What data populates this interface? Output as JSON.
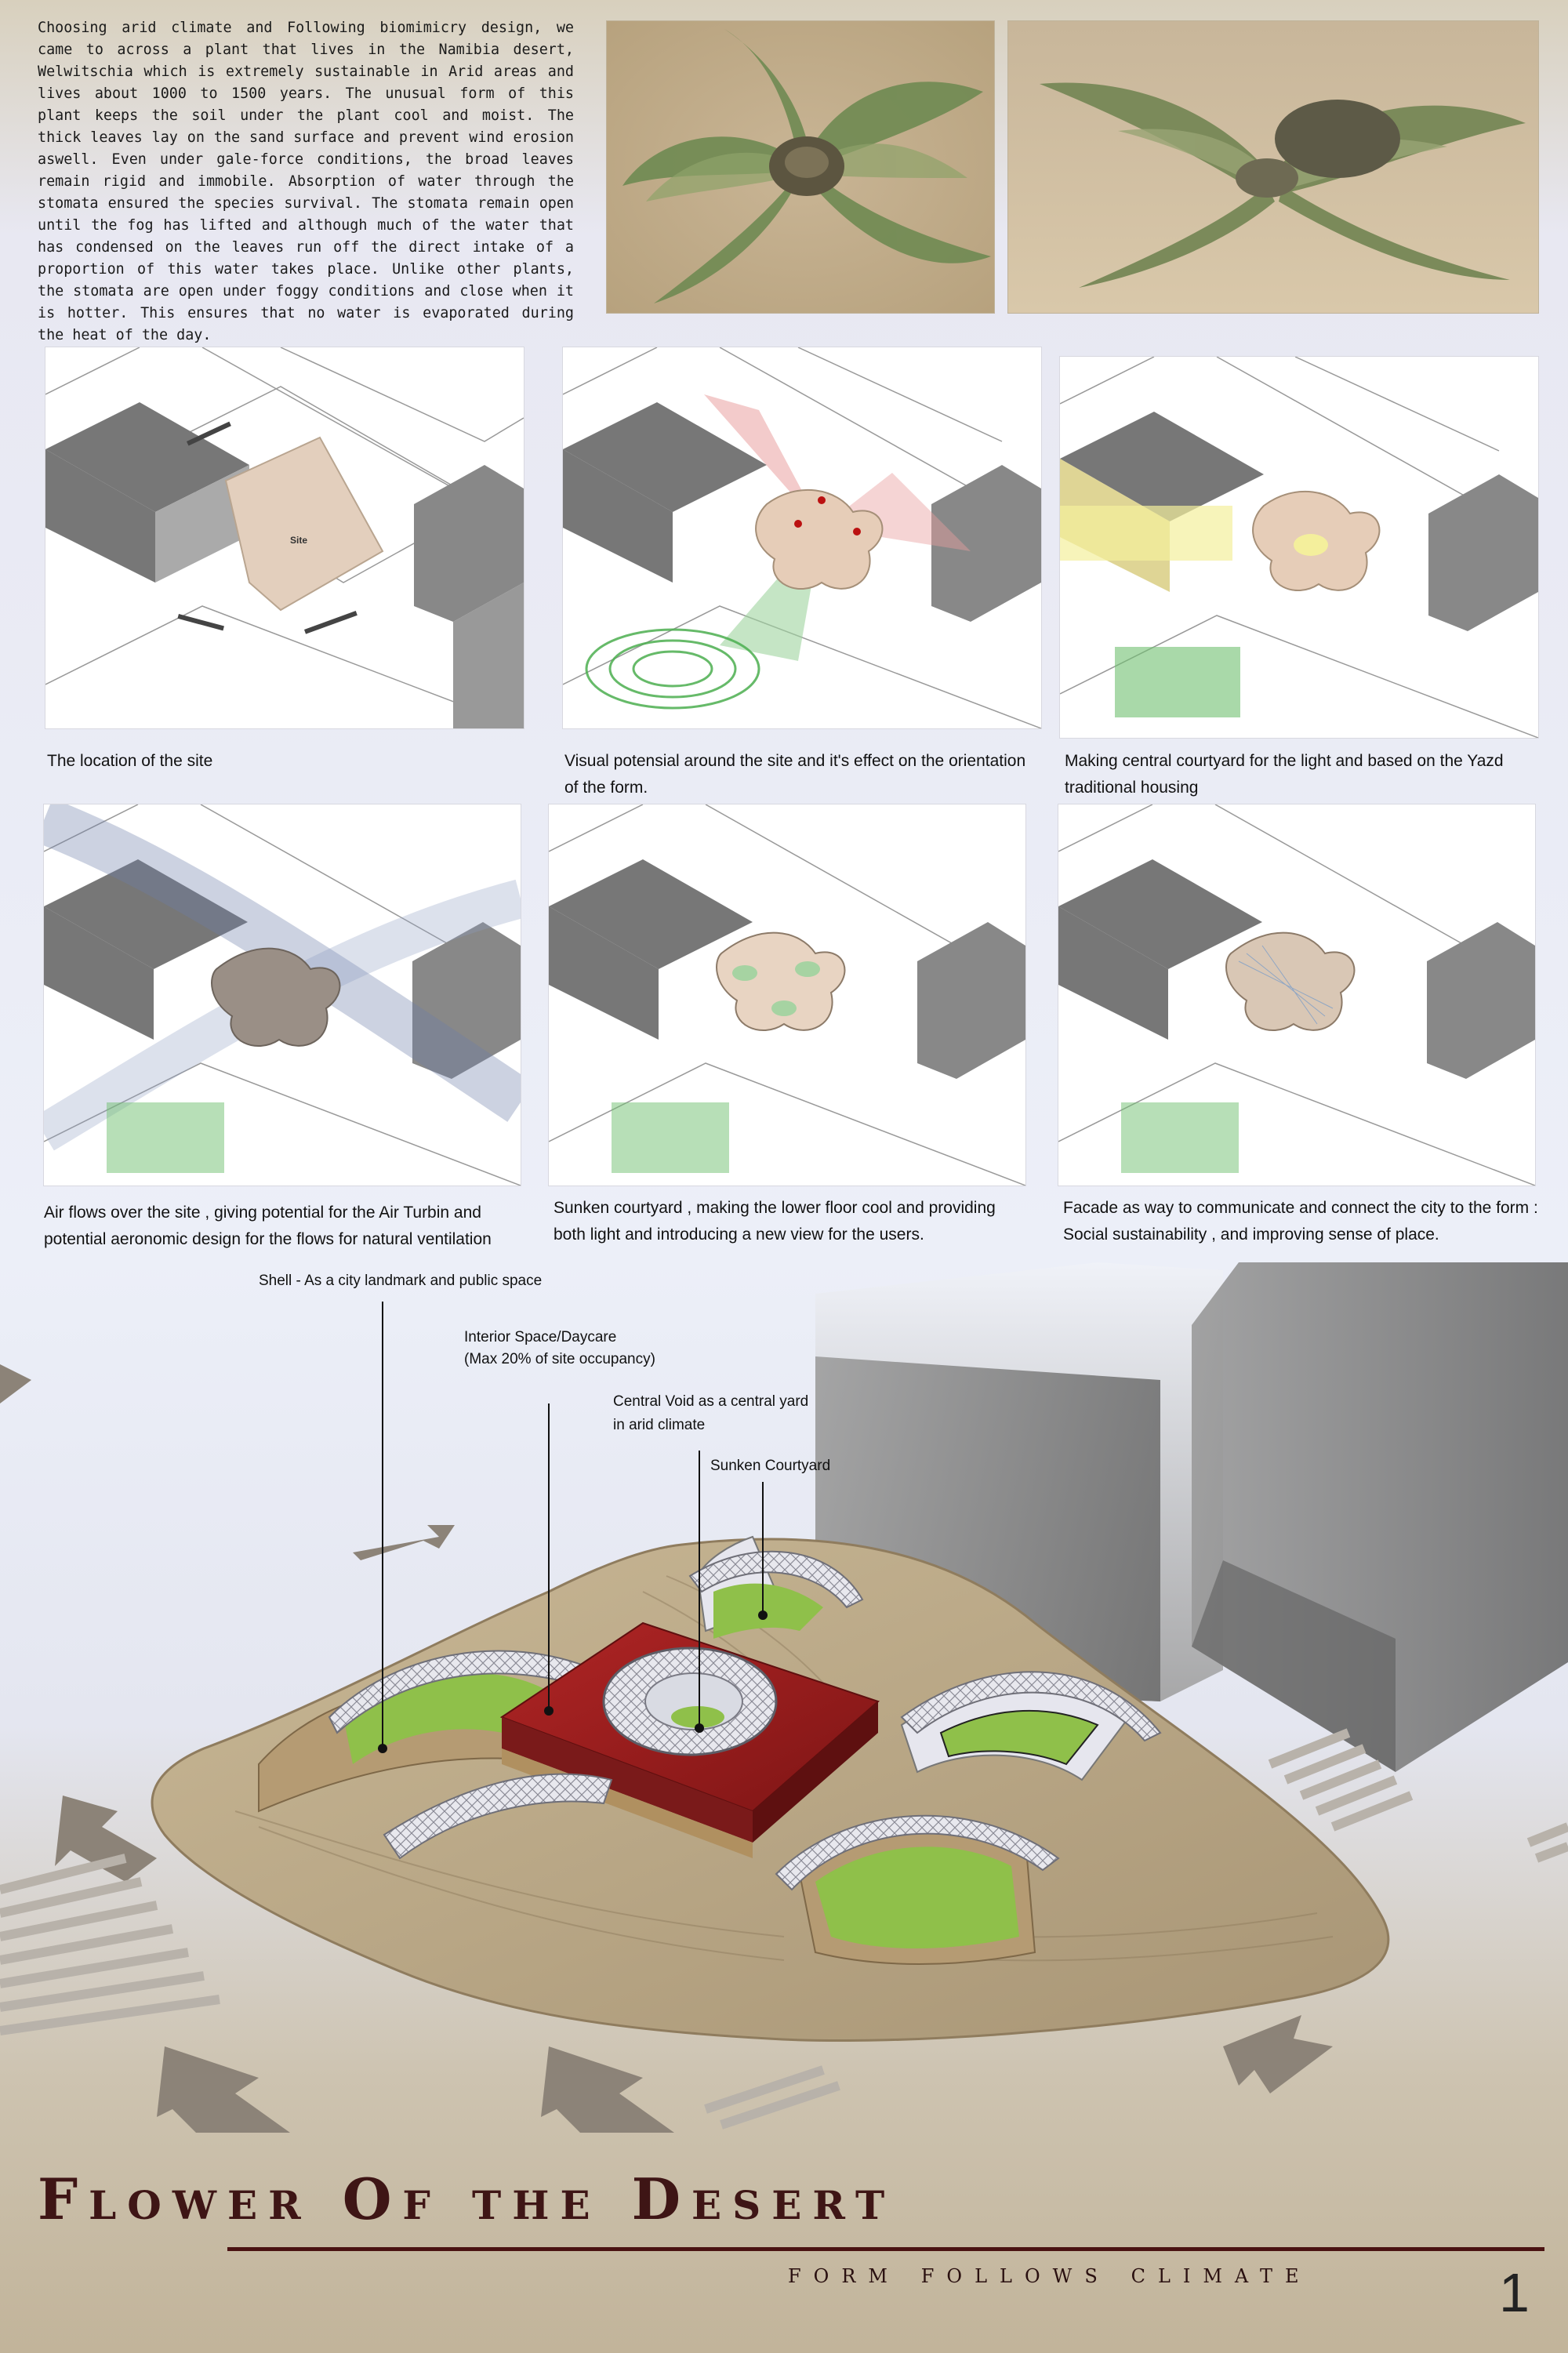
{
  "intro": {
    "text": "Choosing arid climate and Following biomimicry design, we came to across a plant that lives in the Namibia desert, Welwitschia which is extremely sustainable in Arid areas and lives about 1000 to 1500 years. The unusual form of this plant keeps the soil under the plant cool and moist. The thick leaves lay on the sand surface and prevent wind erosion aswell. Even under gale-force conditions, the broad leaves remain rigid and immobile. Absorption of water through the stomata ensured the species survival. The stomata remain open until the fog has lifted and although much of the water that has condensed on the leaves run off the direct intake of a proportion of this water takes place. Unlike other plants, the stomata are open under foggy conditions and close when it is hotter. This ensures that no water is evaporated during the heat of the day."
  },
  "diagrams": {
    "site_label": "Site",
    "captions": [
      "The location of the site",
      "Visual potensial around the site and it's effect on the orientation of the form.",
      "Making central courtyard for the light and based on the Yazd traditional housing",
      "Air flows over the site , giving potential for the Air Turbin and potential aeronomic design for the flows for natural ventilation",
      "Sunken courtyard , making the lower floor cool and providing both light and introducing a new view for the users.",
      "Facade as way to communicate and connect the city to the form : Social sustainability , and improving sense of place."
    ]
  },
  "callouts": {
    "shell": "Shell - As a city landmark and public space",
    "interior_line1": "Interior Space/Daycare",
    "interior_line2": "(Max 20% of site occupancy)",
    "void_line1": "Central Void as a central yard",
    "void_line2": "in arid climate",
    "sunken": "Sunken Courtyard"
  },
  "footer": {
    "title": "Flower Of the Desert",
    "subtitle": "form follows climate",
    "page_number": "1"
  },
  "colors": {
    "title": "#3e1515",
    "accent": "#4a1212",
    "roof_red": "#9b1f1f",
    "courtyard_green": "#8fbf3e",
    "sand": "#b6a283"
  }
}
